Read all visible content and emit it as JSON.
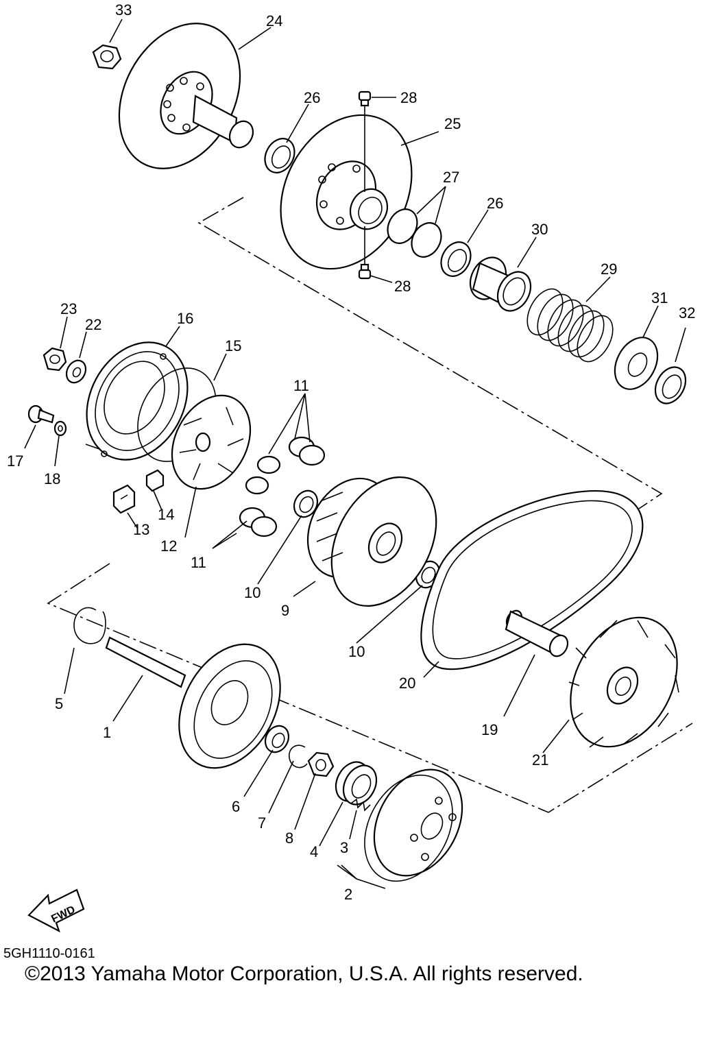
{
  "callouts": {
    "c1": "1",
    "c2": "2",
    "c3": "3",
    "c4": "4",
    "c5": "5",
    "c6": "6",
    "c7": "7",
    "c8": "8",
    "c9": "9",
    "c10a": "10",
    "c10b": "10",
    "c11a": "11",
    "c11b": "11",
    "c12": "12",
    "c13": "13",
    "c14": "14",
    "c15": "15",
    "c16": "16",
    "c17": "17",
    "c18": "18",
    "c19": "19",
    "c20": "20",
    "c21": "21",
    "c22": "22",
    "c23": "23",
    "c24": "24",
    "c25": "25",
    "c26a": "26",
    "c26b": "26",
    "c27": "27",
    "c28a": "28",
    "c28b": "28",
    "c29": "29",
    "c30": "30",
    "c31": "31",
    "c32": "32",
    "c33": "33"
  },
  "direction_arrow": {
    "label": "FWD"
  },
  "footer": {
    "drawing_code": "5GH1110-0161",
    "copyright": "©2013 Yamaha Motor Corporation, U.S.A. All rights reserved."
  }
}
